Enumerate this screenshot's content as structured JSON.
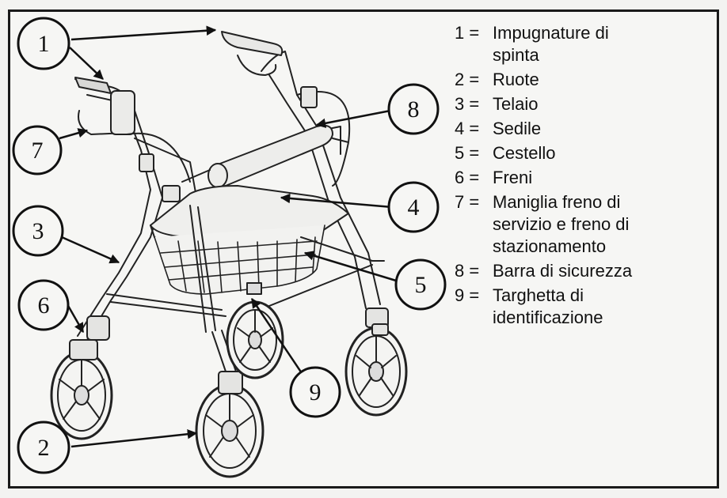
{
  "callouts": [
    {
      "number": "1"
    },
    {
      "number": "2"
    },
    {
      "number": "3"
    },
    {
      "number": "4"
    },
    {
      "number": "5"
    },
    {
      "number": "6"
    },
    {
      "number": "7"
    },
    {
      "number": "8"
    },
    {
      "number": "9"
    }
  ],
  "legend": [
    {
      "num": "1 =",
      "lines": [
        "Impugnature di",
        "spinta"
      ]
    },
    {
      "num": "2 =",
      "lines": [
        "Ruote"
      ]
    },
    {
      "num": "3 =",
      "lines": [
        "Telaio"
      ]
    },
    {
      "num": "4 =",
      "lines": [
        "Sedile"
      ]
    },
    {
      "num": "5 =",
      "lines": [
        "Cestello"
      ]
    },
    {
      "num": "6 =",
      "lines": [
        "Freni"
      ]
    },
    {
      "num": "7 =",
      "lines": [
        "Maniglia freno di",
        "servizio e freno di",
        "stazionamento"
      ]
    },
    {
      "num": "8 =",
      "lines": [
        "Barra di sicurezza"
      ]
    },
    {
      "num": "9 =",
      "lines": [
        "Targhetta di",
        "identificazione"
      ]
    }
  ]
}
